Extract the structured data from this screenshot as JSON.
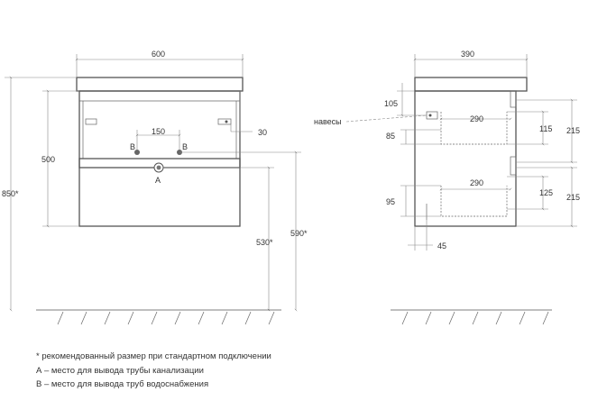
{
  "front_view": {
    "width_dim": "600",
    "height_total_dim": "850*",
    "body_height_dim": "500",
    "pipes_spacing_dim": "150",
    "hinge_offset_dim": "30",
    "drain_height_dim": "530*",
    "supply_height_dim": "590*",
    "point_a_label": "A",
    "point_b_label": "B"
  },
  "side_view": {
    "depth_dim": "390",
    "hinges_label": "навесы",
    "top_offset_dim": "105",
    "drawer_depth_upper_dim": "290",
    "drawer_depth_lower_dim": "290",
    "upper_offset_dim": "85",
    "lower_offset_dim": "95",
    "upper_inner_height_dim": "115",
    "lower_inner_height_dim": "125",
    "upper_drawer_height_dim": "215",
    "lower_drawer_height_dim": "215",
    "bottom_offset_dim": "45"
  },
  "notes": [
    "* рекомендованный размер при стандартном подключении",
    "А – место для вывода трубы канализации",
    "В – место для вывода труб водоснабжения"
  ]
}
